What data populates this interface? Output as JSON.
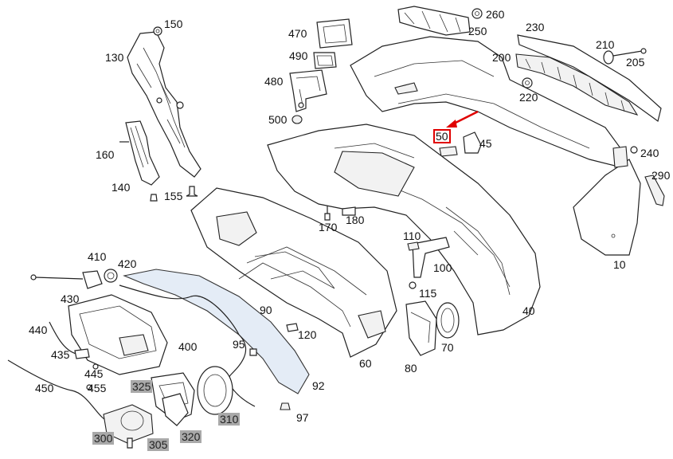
{
  "diagram": {
    "highlight_color": "#e00000",
    "grey_label_color": "#a9a9a9",
    "callouts": {
      "p10": "10",
      "p40": "40",
      "p45": "45",
      "p50": "50",
      "p60": "60",
      "p70": "70",
      "p80": "80",
      "p90": "90",
      "p92": "92",
      "p95": "95",
      "p97": "97",
      "p100": "100",
      "p110": "110",
      "p115": "115",
      "p120": "120",
      "p130": "130",
      "p140": "140",
      "p150": "150",
      "p155": "155",
      "p160": "160",
      "p170": "170",
      "p180": "180",
      "p200": "200",
      "p205": "205",
      "p210": "210",
      "p220": "220",
      "p230": "230",
      "p240": "240",
      "p250": "250",
      "p260": "260",
      "p290": "290",
      "p300": "300",
      "p305": "305",
      "p310": "310",
      "p320": "320",
      "p325": "325",
      "p400": "400",
      "p410": "410",
      "p420": "420",
      "p430": "430",
      "p435": "435",
      "p440": "440",
      "p445": "445",
      "p450": "450",
      "p455": "455",
      "p470": "470",
      "p480": "480",
      "p490": "490",
      "p500": "500"
    }
  }
}
